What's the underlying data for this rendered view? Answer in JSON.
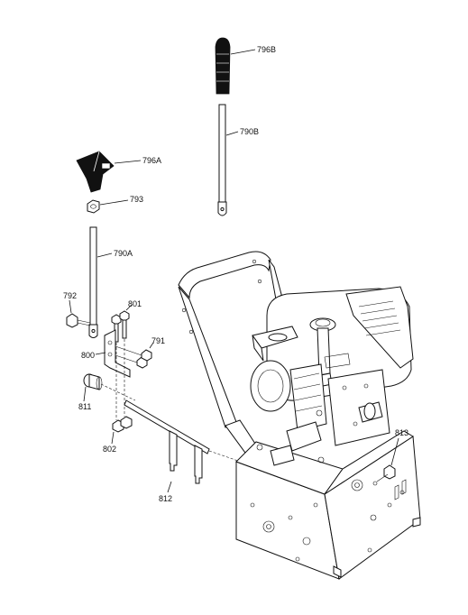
{
  "labels": {
    "p796b": "796B",
    "p790b": "790B",
    "p796a": "796A",
    "p793": "793",
    "p790a": "790A",
    "p792": "792",
    "p801": "801",
    "p800": "800",
    "p791": "791",
    "p811": "811",
    "p802": "802",
    "p812": "812",
    "p813": "813"
  }
}
